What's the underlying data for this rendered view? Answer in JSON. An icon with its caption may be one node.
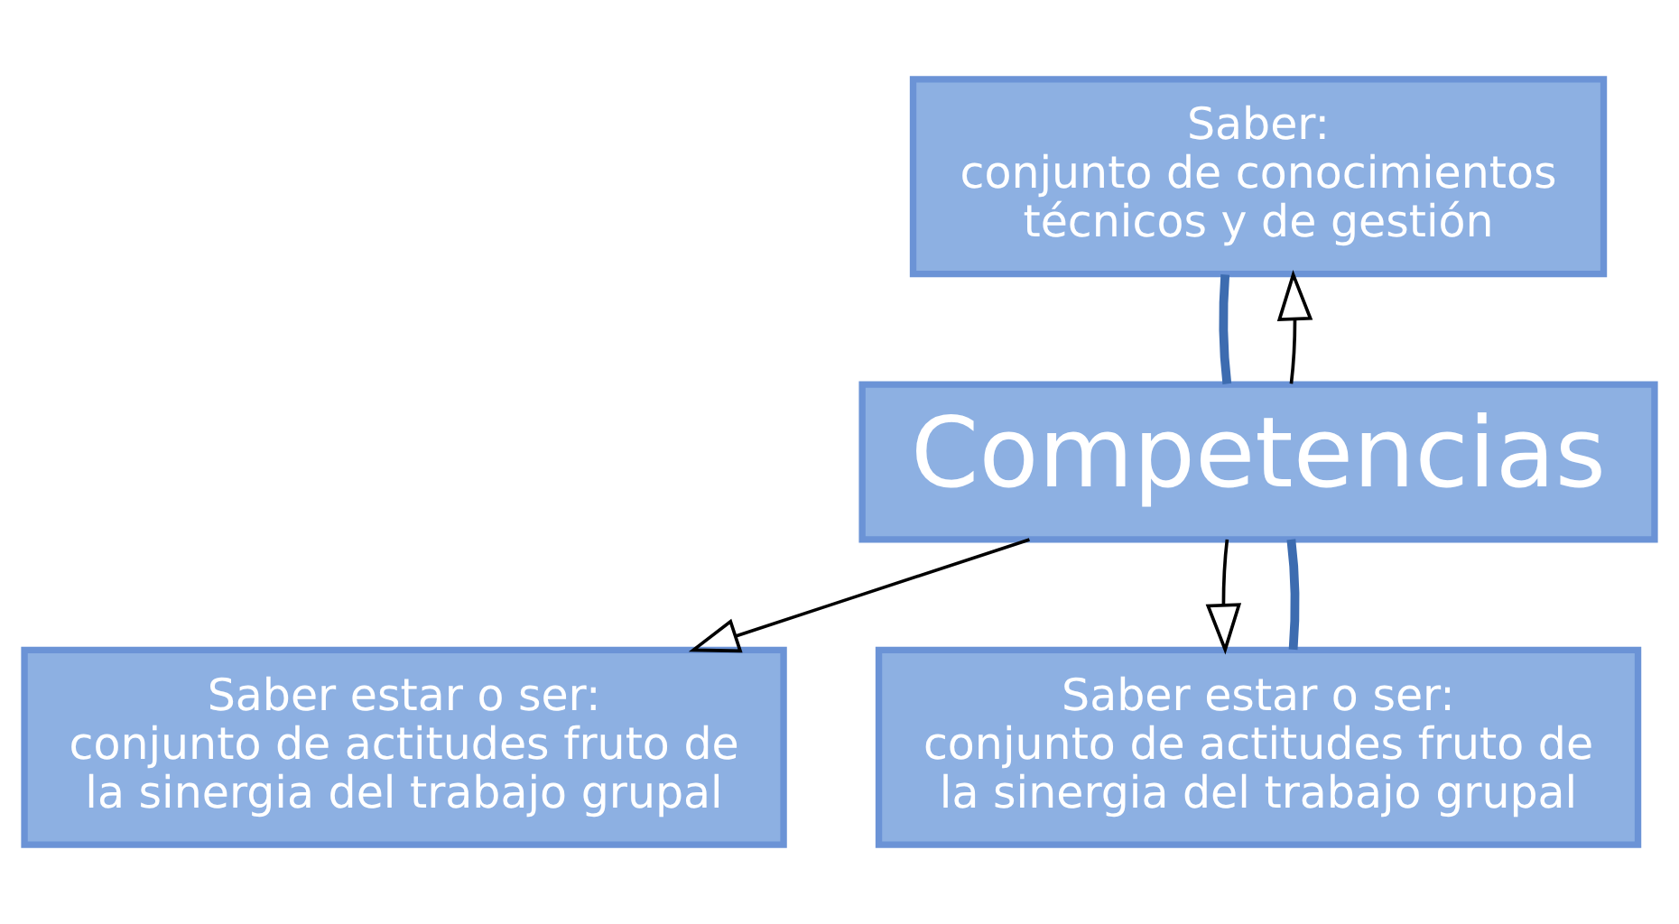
{
  "diagram": {
    "nodes": [
      {
        "text": [
          "Saber:",
          "conjunto de conocimientos técnicos y de gestión"
        ]
      },
      {
        "text": [
          "Competencias"
        ]
      },
      {
        "text": [
          "Saber estar o ser:",
          "conjunto de actitudes fruto de la sinergia del trabajo grupal"
        ]
      },
      {
        "text": [
          "Saber estar o ser:",
          "conjunto de actitudes fruto de la sinergia del trabajo grupal"
        ]
      }
    ],
    "edges": [
      {
        "from": 1,
        "to": 0,
        "arrow": "to"
      },
      {
        "from": 1,
        "to": 2,
        "arrow": "to"
      },
      {
        "from": 1,
        "to": 3,
        "arrow": "to"
      },
      {
        "from": 0,
        "to": 1,
        "arrow": "none",
        "color": "#3d6cb0",
        "style": "thick"
      },
      {
        "from": 1,
        "to": 3,
        "arrow": "none",
        "color": "#3d6cb0",
        "style": "thick"
      }
    ]
  }
}
